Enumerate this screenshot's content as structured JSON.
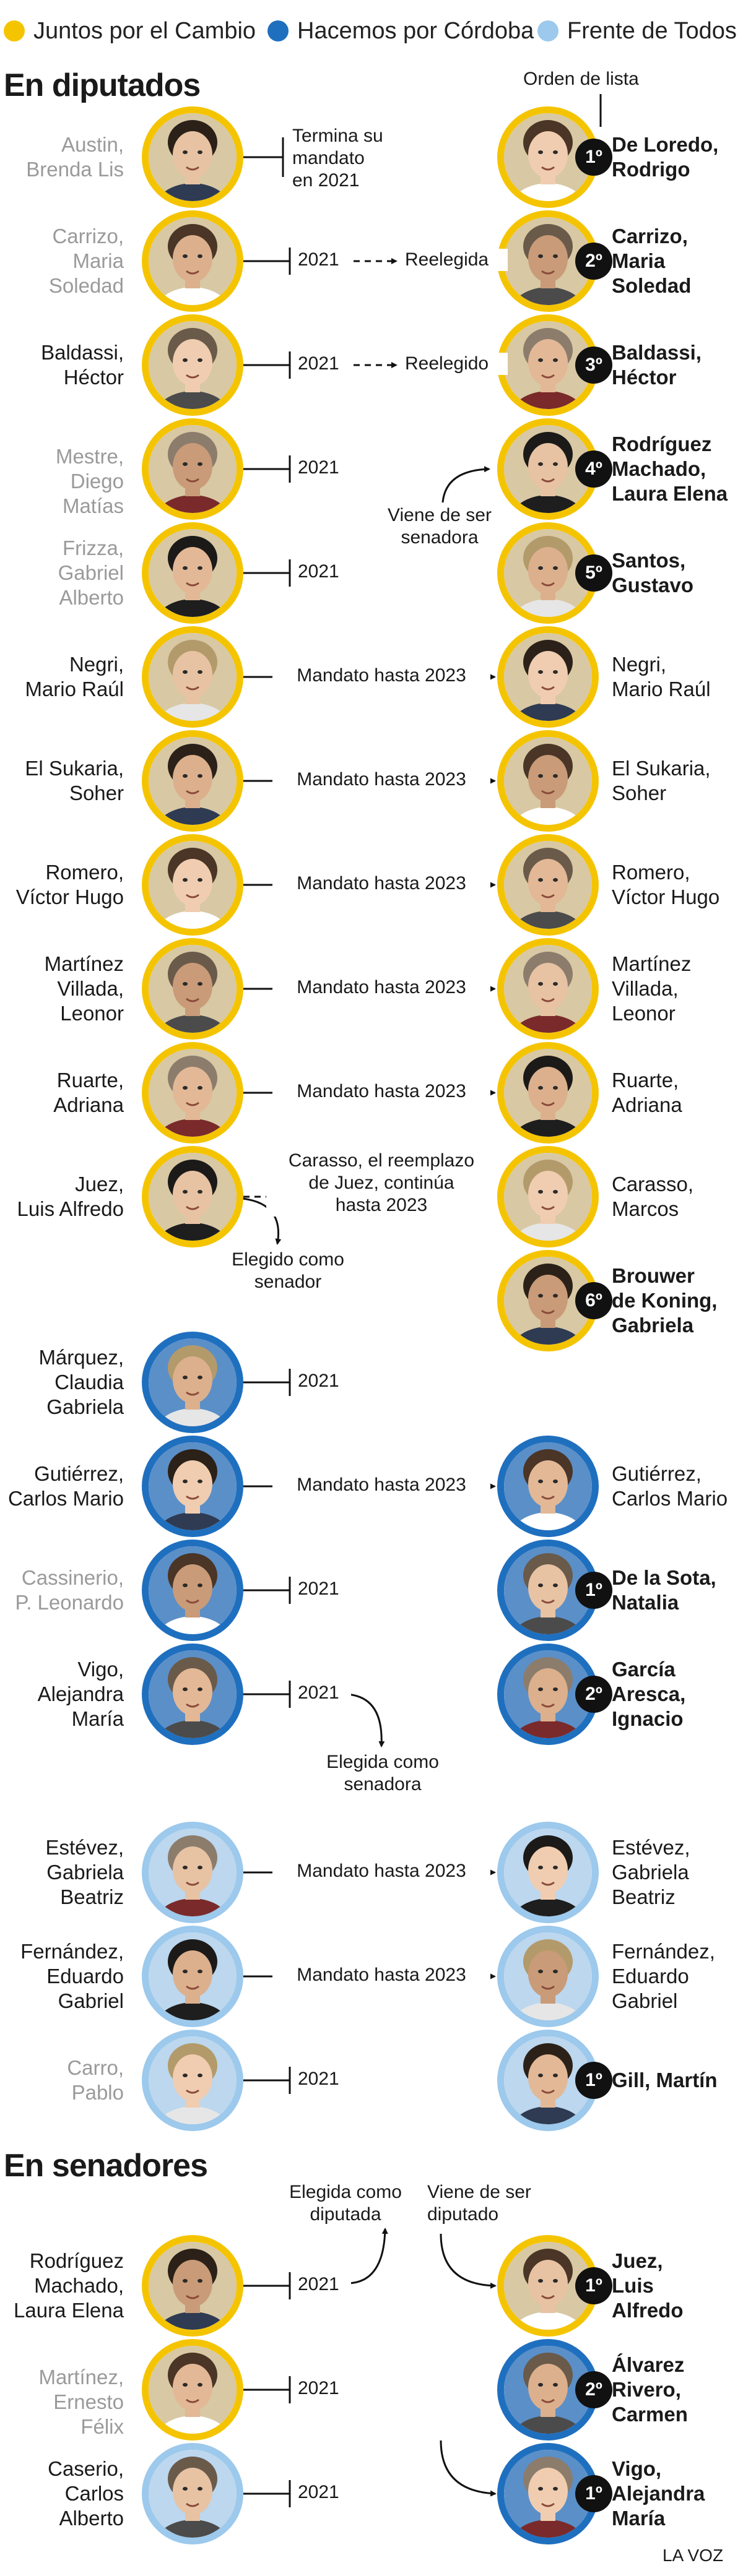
{
  "colors": {
    "juntos": "#f5c400",
    "hacemos": "#1f6fbf",
    "frente": "#9cc9ec"
  },
  "legend": [
    {
      "label": "Juntos por el Cambio",
      "color": "#f5c400"
    },
    {
      "label": "Hacemos por Córdoba",
      "color": "#1f6fbf"
    },
    {
      "label": "Frente de Todos",
      "color": "#9cc9ec"
    }
  ],
  "sections": {
    "diputados": "En diputados",
    "senadores": "En senadores"
  },
  "orden_de_lista": "Orden de lista",
  "credit": "LA VOZ",
  "notes": {
    "austin_mandato": "Termina su\nmandato\nen 2021",
    "viene_senadora": "Viene de ser\nsenadora",
    "carasso_reemplazo": "Carasso, el reemplazo\nde Juez, continúa\nhasta 2023",
    "elegido_senador": "Elegido como\nsenador",
    "elegida_senadora": "Elegida como\nsenadora",
    "elegida_diputada": "Elegida como\ndiputada",
    "viene_diputado": "Viene de ser\ndiputado"
  },
  "left": [
    {
      "name": "Austin,\nBrenda Lis",
      "party": "juntos",
      "outgoing": true
    },
    {
      "name": "Carrizo,\nMaria\nSoledad",
      "party": "juntos",
      "outgoing": true
    },
    {
      "name": "Baldassi,\nHéctor",
      "party": "juntos",
      "outgoing": false
    },
    {
      "name": "Mestre,\nDiego Matías",
      "party": "juntos",
      "outgoing": true
    },
    {
      "name": "Frizza,\nGabriel\nAlberto",
      "party": "juntos",
      "outgoing": true
    },
    {
      "name": "Negri,\nMario Raúl",
      "party": "juntos",
      "outgoing": false
    },
    {
      "name": "El Sukaria,\nSoher",
      "party": "juntos",
      "outgoing": false
    },
    {
      "name": "Romero,\nVíctor Hugo",
      "party": "juntos",
      "outgoing": false
    },
    {
      "name": "Martínez\nVillada,\nLeonor",
      "party": "juntos",
      "outgoing": false
    },
    {
      "name": "Ruarte,\nAdriana",
      "party": "juntos",
      "outgoing": false
    },
    {
      "name": "Juez,\nLuis Alfredo",
      "party": "juntos",
      "outgoing": false
    },
    {
      "name": "Márquez,\nClaudia\nGabriela",
      "party": "hacemos",
      "outgoing": false
    },
    {
      "name": "Gutiérrez,\nCarlos Mario",
      "party": "hacemos",
      "outgoing": false
    },
    {
      "name": "Cassinerio,\nP. Leonardo",
      "party": "hacemos",
      "outgoing": true
    },
    {
      "name": "Vigo,\nAlejandra\nMaría",
      "party": "hacemos",
      "outgoing": false
    },
    {
      "name": "Estévez,\nGabriela\nBeatriz",
      "party": "frente",
      "outgoing": false
    },
    {
      "name": "Fernández,\nEduardo\nGabriel",
      "party": "frente",
      "outgoing": false
    },
    {
      "name": "Carro,\nPablo",
      "party": "frente",
      "outgoing": true
    },
    {
      "name": "Rodríguez\nMachado,\nLaura Elena",
      "party": "juntos",
      "outgoing": false
    },
    {
      "name": "Martínez,\nErnesto Félix",
      "party": "juntos",
      "outgoing": true
    },
    {
      "name": "Caserio,\nCarlos\nAlberto",
      "party": "frente",
      "outgoing": false
    }
  ],
  "right": [
    {
      "name": "De Loredo,\nRodrigo",
      "party": "juntos",
      "bold": true,
      "rank": "1º"
    },
    {
      "name": "Carrizo,\nMaria\nSoledad",
      "party": "juntos",
      "bold": true,
      "rank": "2º"
    },
    {
      "name": "Baldassi,\nHéctor",
      "party": "juntos",
      "bold": true,
      "rank": "3º"
    },
    {
      "name": "Rodríguez\nMachado,\nLaura Elena",
      "party": "juntos",
      "bold": true,
      "rank": "4º"
    },
    {
      "name": "Santos,\nGustavo",
      "party": "juntos",
      "bold": true,
      "rank": "5º"
    },
    {
      "name": "Negri,\nMario Raúl",
      "party": "juntos",
      "bold": false,
      "rank": ""
    },
    {
      "name": "El Sukaria,\nSoher",
      "party": "juntos",
      "bold": false,
      "rank": ""
    },
    {
      "name": "Romero,\nVíctor Hugo",
      "party": "juntos",
      "bold": false,
      "rank": ""
    },
    {
      "name": "Martínez\nVillada,\nLeonor",
      "party": "juntos",
      "bold": false,
      "rank": ""
    },
    {
      "name": "Ruarte,\nAdriana",
      "party": "juntos",
      "bold": false,
      "rank": ""
    },
    {
      "name": "Carasso,\nMarcos",
      "party": "juntos",
      "bold": false,
      "rank": ""
    },
    {
      "name": "Brouwer\nde Koning,\nGabriela",
      "party": "juntos",
      "bold": true,
      "rank": "6º"
    },
    {
      "name": "Gutiérrez,\nCarlos Mario",
      "party": "hacemos",
      "bold": false,
      "rank": ""
    },
    {
      "name": "De la Sota,\nNatalia",
      "party": "hacemos",
      "bold": true,
      "rank": "1º"
    },
    {
      "name": "García\nAresca,\nIgnacio",
      "party": "hacemos",
      "bold": true,
      "rank": "2º"
    },
    {
      "name": "Estévez,\nGabriela\nBeatriz",
      "party": "frente",
      "bold": false,
      "rank": ""
    },
    {
      "name": "Fernández,\nEduardo\nGabriel",
      "party": "frente",
      "bold": false,
      "rank": ""
    },
    {
      "name": "Gill, Martín",
      "party": "frente",
      "bold": true,
      "rank": "1º"
    },
    {
      "name": "Juez,\nLuis\nAlfredo",
      "party": "juntos",
      "bold": true,
      "rank": "1º"
    },
    {
      "name": "Álvarez\nRivero,\nCarmen",
      "party": "hacemos",
      "bold": true,
      "rank": "2º"
    },
    {
      "name": "Vigo,\nAlejandra\nMaría",
      "party": "hacemos",
      "bold": true,
      "rank": "1º"
    }
  ],
  "connections": [
    {
      "type": "none"
    },
    {
      "type": "dashed",
      "year": "2021",
      "label": "Reelegida"
    },
    {
      "type": "dashed",
      "year": "2021",
      "label": "Reelegido"
    },
    {
      "type": "end",
      "year": "2021"
    },
    {
      "type": "end",
      "year": "2021"
    },
    {
      "type": "solid",
      "label": "Mandato hasta 2023"
    },
    {
      "type": "solid",
      "label": "Mandato hasta 2023"
    },
    {
      "type": "solid",
      "label": "Mandato hasta 2023"
    },
    {
      "type": "solid",
      "label": "Mandato hasta 2023"
    },
    {
      "type": "solid",
      "label": "Mandato hasta 2023"
    },
    {
      "type": "none"
    },
    {
      "type": "end",
      "year": "2021"
    },
    {
      "type": "solid",
      "label": "Mandato hasta 2023"
    },
    {
      "type": "end",
      "year": "2021"
    },
    {
      "type": "end",
      "year": "2021"
    },
    {
      "type": "solid",
      "label": "Mandato hasta 2023"
    },
    {
      "type": "solid",
      "label": "Mandato hasta 2023"
    },
    {
      "type": "end",
      "year": "2021"
    },
    {
      "type": "end",
      "year": "2021"
    },
    {
      "type": "end",
      "year": "2021"
    },
    {
      "type": "end",
      "year": "2021"
    }
  ]
}
